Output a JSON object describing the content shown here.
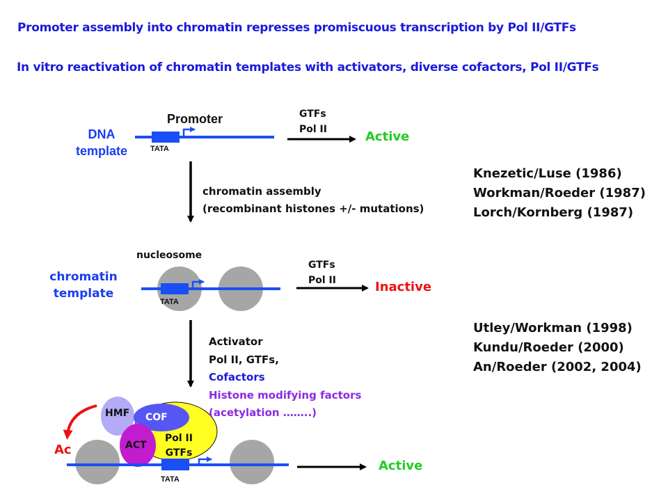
{
  "headlines": [
    "Promoter assembly into chromatin represses promiscuous transcription by Pol II/GTFs",
    "In vitro reactivation  of chromatin templates with activators, diverse cofactors, Pol II/GTFs"
  ],
  "colors": {
    "headline": "#1a1adc",
    "dna": "#1a4ff5",
    "active": "#22cc22",
    "inactive": "#ee1111",
    "nucleosome": "#a6a6a6",
    "hmf": "#b3abf5",
    "cof": "#5656f5",
    "act": "#c31ccf",
    "polii": "#ffff22",
    "acetyl_arrow": "#ee1111",
    "histone_factors_text": "#8a2be2",
    "cofactors_text": "#1a1adc"
  },
  "stage1": {
    "template_label_line1": "DNA",
    "template_label_line2": "template",
    "promoter_label": "Promoter",
    "tata_label": "TATA",
    "factors_line1": "GTFs",
    "factors_line2": "Pol II",
    "result": "Active"
  },
  "step1": {
    "line1": "chromatin assembly",
    "line2": "(recombinant histones  +/- mutations)"
  },
  "refs1": [
    "Knezetic/Luse (1986)",
    "Workman/Roeder (1987)",
    "Lorch/Kornberg (1987)"
  ],
  "stage2": {
    "nucleosome_label": "nucleosome",
    "template_label_line1": "chromatin",
    "template_label_line2": "template",
    "tata_label": "TATA",
    "factors_line1": "GTFs",
    "factors_line2": "Pol II",
    "result": "Inactive"
  },
  "step2": {
    "line1": "Activator",
    "line2": "Pol II, GTFs,",
    "line3": "Cofactors",
    "line4": "Histone modifying factors",
    "line5": "(acetylation ……..)"
  },
  "refs2": [
    "Utley/Workman (1998)",
    "Kundu/Roeder (2000)",
    "An/Roeder (2002, 2004)"
  ],
  "stage3": {
    "hmf": "HMF",
    "cof": "COF",
    "act": "ACT",
    "polii_line1": "Pol II",
    "polii_line2": "GTFs",
    "ac": "Ac",
    "tata_label": "TATA",
    "result": "Active"
  }
}
